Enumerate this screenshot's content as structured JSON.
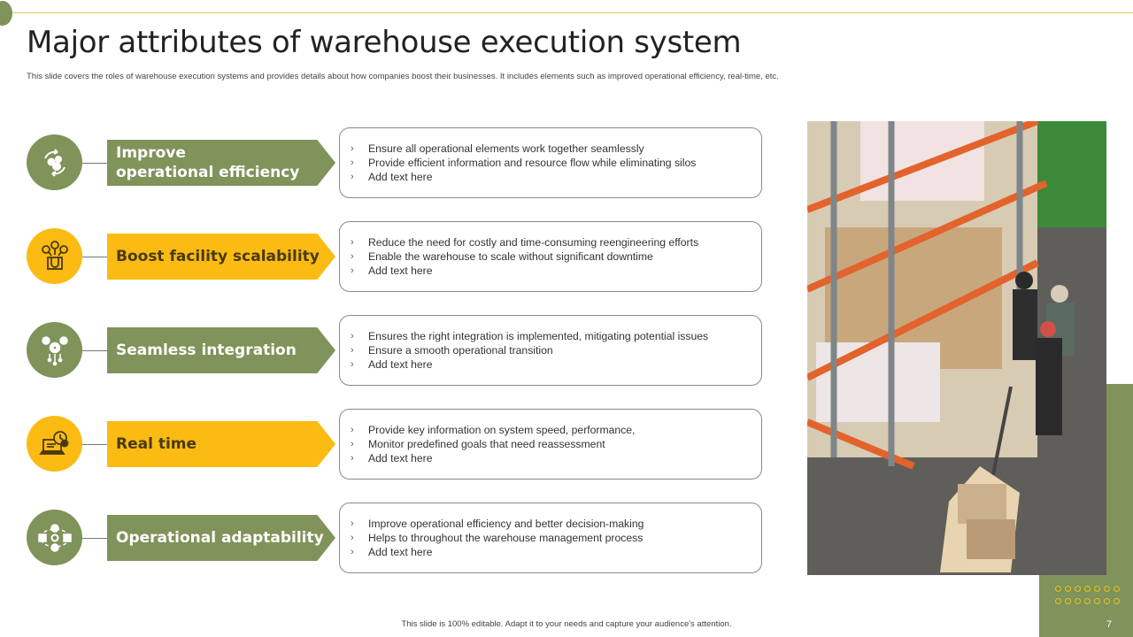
{
  "slide": {
    "title": "Major attributes of warehouse execution system",
    "subtitle": "This slide covers the roles of warehouse execution systems and provides details about how companies boost their businesses. It includes elements such as improved operational efficiency, real-time, etc.",
    "footer": "This slide is 100% editable.  Adapt it to your needs and capture your audience's attention.",
    "page_number": "7"
  },
  "colors": {
    "green": "#7f935a",
    "yellow": "#fbbb13",
    "accent_line": "#e3c965"
  },
  "attributes": [
    {
      "label_line1": "Improve",
      "label_line2": "operational efficiency",
      "color": "green",
      "icon": "gears-cycle-icon",
      "points": [
        "Ensure all operational elements work together seamlessly",
        "Provide efficient information and resource flow while eliminating silos",
        "Add text here"
      ]
    },
    {
      "label_line1": "Boost facility scalability",
      "label_line2": "",
      "color": "yellow",
      "icon": "magnet-attract-icon",
      "points": [
        "Reduce the need for costly and time-consuming reengineering  efforts",
        "Enable the warehouse to scale without significant downtime",
        "Add text here"
      ]
    },
    {
      "label_line1": "Seamless integration",
      "label_line2": "",
      "color": "green",
      "icon": "gears-network-icon",
      "points": [
        "Ensures the right integration is implemented, mitigating potential issues",
        "Ensure a smooth operational transition",
        "Add text here"
      ]
    },
    {
      "label_line1": "Real time",
      "label_line2": "",
      "color": "yellow",
      "icon": "laptop-clock-icon",
      "points": [
        "Provide  key information on system speed, performance,",
        "Monitor predefined goals that need reassessment",
        "Add text here"
      ]
    },
    {
      "label_line1": "Operational adaptability",
      "label_line2": "",
      "color": "green",
      "icon": "adaptive-cycle-icon",
      "points": [
        "Improve  operational efficiency and better decision-making",
        "Helps to throughout the warehouse management process",
        "Add text here"
      ]
    }
  ],
  "bullet_glyph": "›",
  "photo": {
    "description": "warehouse-workers-with-pallet-jack"
  }
}
